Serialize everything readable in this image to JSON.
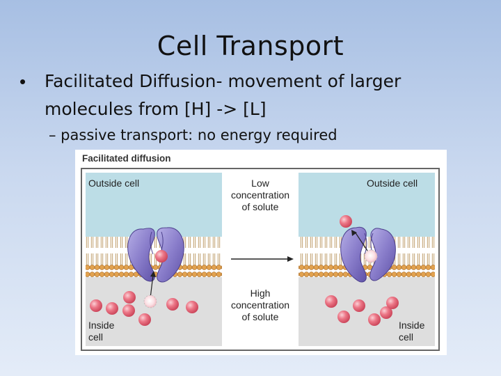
{
  "slide": {
    "title": "Cell Transport",
    "bullet_line1": "Facilitated Diffusion- movement of larger",
    "bullet_line2": "molecules from [H] -> [L]",
    "sub_bullet": "– passive transport: no energy required"
  },
  "figure": {
    "heading": "Facilitated diffusion",
    "outside_cell": "Outside cell",
    "inside_cell_line1": "Inside",
    "inside_cell_line2": "cell",
    "low_line1": "Low",
    "low_line2": "concentration",
    "low_line3": "of solute",
    "high_line1": "High",
    "high_line2": "concentration",
    "high_line3": "of solute",
    "colors": {
      "outside": "#bcdde6",
      "inside": "#dedede",
      "protein": "#8b7fc9",
      "solute": "#e8697a",
      "frame": "#555555"
    }
  }
}
